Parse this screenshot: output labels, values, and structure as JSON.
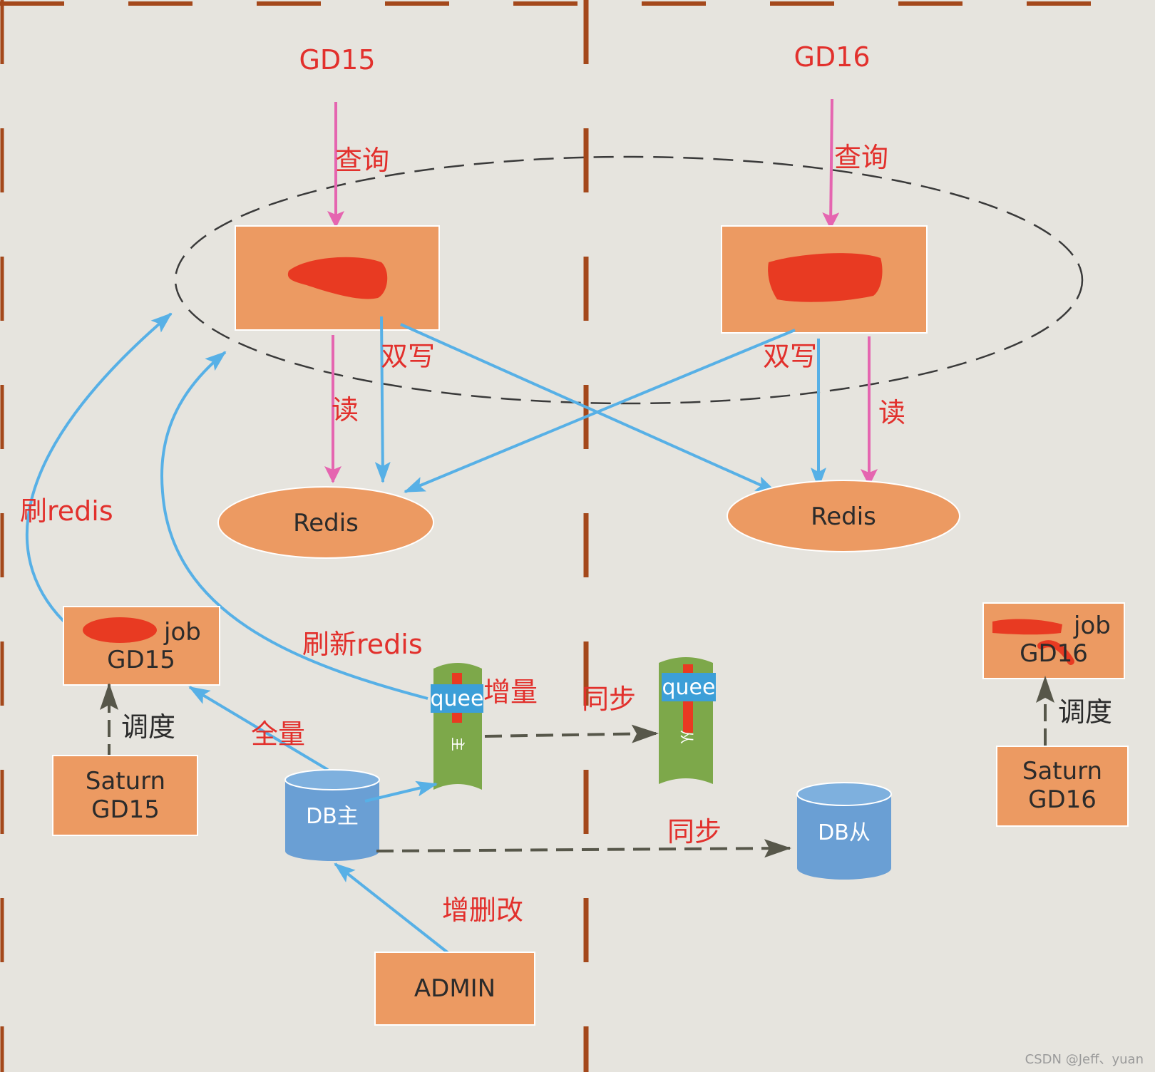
{
  "regions": {
    "left_title": "GD15",
    "right_title": "GD16"
  },
  "labels": {
    "query_left": "查询",
    "query_right": "查询",
    "dual_write_left": "双写",
    "dual_write_right": "双写",
    "read_left": "读",
    "read_right": "读",
    "refresh_redis_job": "刷redis",
    "refresh_redis_queue": "刷新redis",
    "incremental": "增量",
    "sync_queue": "同步",
    "full_load": "全量",
    "schedule_left": "调度",
    "schedule_right": "调度",
    "sync_db": "同步",
    "crud": "增删改"
  },
  "nodes": {
    "redis_left": "Redis",
    "redis_right": "Redis",
    "job_left_suffix": "job",
    "job_left_region": "GD15",
    "job_right_suffix": "job",
    "job_right_region": "GD16",
    "saturn_left_line1": "Saturn",
    "saturn_left_line2": "GD15",
    "saturn_right_line1": "Saturn",
    "saturn_right_line2": "GD16",
    "db_master": "DB主",
    "db_slave": "DB从",
    "admin": "ADMIN",
    "queue_master_tag": "quee",
    "queue_slave_tag": "quee",
    "queue_master_glyph": "主",
    "queue_slave_glyph": "从"
  },
  "watermark": "CSDN @Jeff、yuan",
  "colors": {
    "background": "#e6e4de",
    "service_box": "#ec9a62",
    "redacted": "#e83a22",
    "label_red": "#e2302c",
    "pink_arrow": "#e565b0",
    "blue_arrow": "#57b0e6",
    "sync_arrow": "#57574a",
    "divider": "#a4481b",
    "queue_green": "#7da84a",
    "queue_tag": "#3c9fd8",
    "db_blue": "#6a9fd4"
  }
}
